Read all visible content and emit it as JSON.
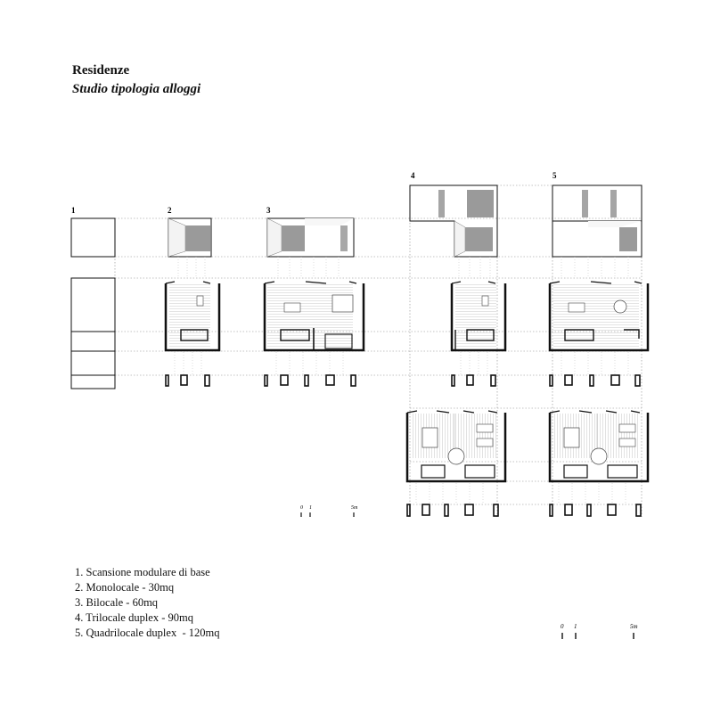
{
  "header": {
    "title": "Residenze",
    "subtitle": "Studio tipologia alloggi"
  },
  "types": [
    {
      "number": "1"
    },
    {
      "number": "2"
    },
    {
      "number": "3"
    },
    {
      "number": "4"
    },
    {
      "number": "5"
    }
  ],
  "legend": [
    "1. Scansione modulare di base",
    "2. Monolocale - 30mq",
    "3. Bilocale - 60mq",
    "4. Trilocale duplex - 90mq",
    "5. Quadrilocale duplex  - 120mq"
  ],
  "scale_bar": {
    "labels": [
      "0",
      "1",
      "5m"
    ]
  },
  "colors": {
    "line": "#111111",
    "hatch": "#bdbdbd",
    "shade": "#9a9a9a",
    "dotted": "#888888"
  }
}
